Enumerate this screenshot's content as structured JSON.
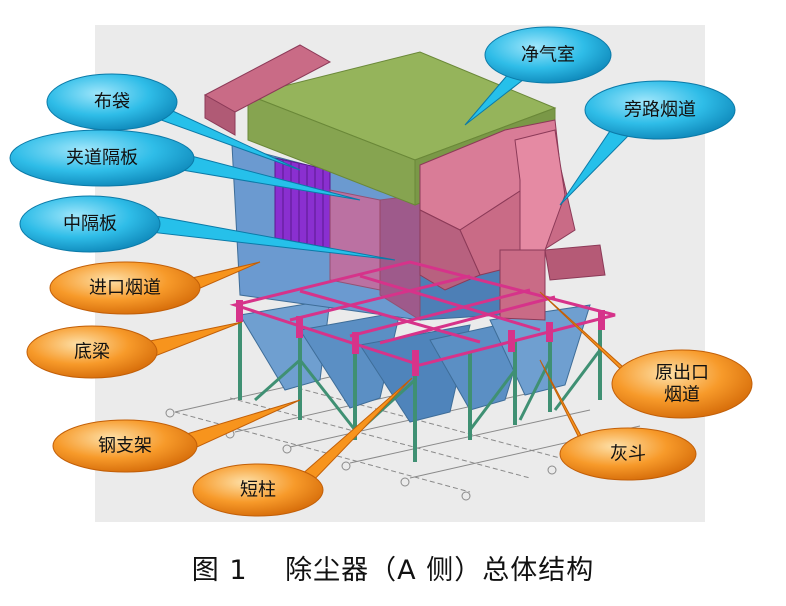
{
  "caption": "图 1　 除尘器（A 侧）总体结构",
  "colors": {
    "callout_blue": "#26c0ea",
    "callout_orange": "#f7941d",
    "roof": "#95b45b",
    "duct": "#c96b86",
    "body": "#5b8fc4",
    "purple": "#9b3fd6",
    "steel": "#52a58a",
    "beam": "#d6338a",
    "background": "#ebebeb"
  },
  "callouts": [
    {
      "id": "clean-gas-chamber",
      "label": "净气室",
      "style": "blue"
    },
    {
      "id": "filter-bag",
      "label": "布袋",
      "style": "blue"
    },
    {
      "id": "bypass-flue",
      "label": "旁路烟道",
      "style": "blue"
    },
    {
      "id": "aisle-partition",
      "label": "夹道隔板",
      "style": "blue"
    },
    {
      "id": "middle-partition",
      "label": "中隔板",
      "style": "blue"
    },
    {
      "id": "inlet-flue",
      "label": "进口烟道",
      "style": "orange"
    },
    {
      "id": "bottom-beam",
      "label": "底梁",
      "style": "orange"
    },
    {
      "id": "original-outlet-flue",
      "label": [
        "原出口",
        "烟道"
      ],
      "style": "orange"
    },
    {
      "id": "steel-support",
      "label": "钢支架",
      "style": "orange"
    },
    {
      "id": "ash-hopper",
      "label": "灰斗",
      "style": "orange"
    },
    {
      "id": "short-column",
      "label": "短柱",
      "style": "orange"
    }
  ]
}
